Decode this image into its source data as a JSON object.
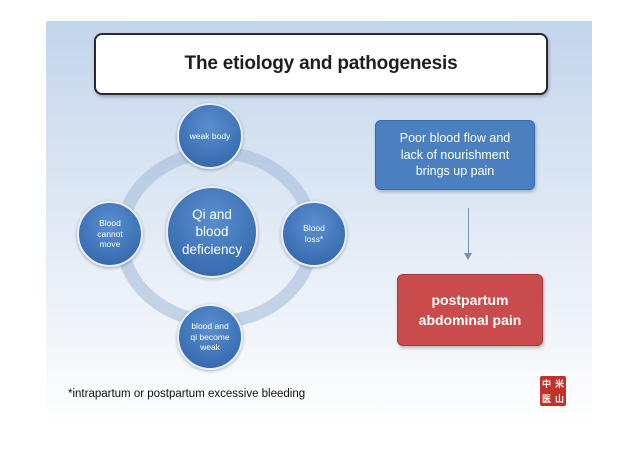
{
  "title": "The etiology and pathogenesis",
  "cycle": {
    "center": [
      "Qi and",
      "blood",
      "deficiency"
    ],
    "top": [
      "weak body"
    ],
    "right": [
      "Blood",
      "loss*"
    ],
    "bottom": [
      "blood and",
      "qi become",
      "weak"
    ],
    "left": [
      "Blood",
      "cannot",
      "move"
    ]
  },
  "cause_box": [
    "Poor blood flow and",
    "lack of nourishment",
    "brings up pain"
  ],
  "result_box": [
    "postpartum",
    "abdominal pain"
  ],
  "footnote": "*intrapartum or postpartum excessive bleeding",
  "logo": [
    "中",
    "米",
    "医",
    "山"
  ],
  "colors": {
    "node_blue": "#4a7fc0",
    "result_red": "#c94b4b",
    "background_top": "#c3d5ec"
  }
}
